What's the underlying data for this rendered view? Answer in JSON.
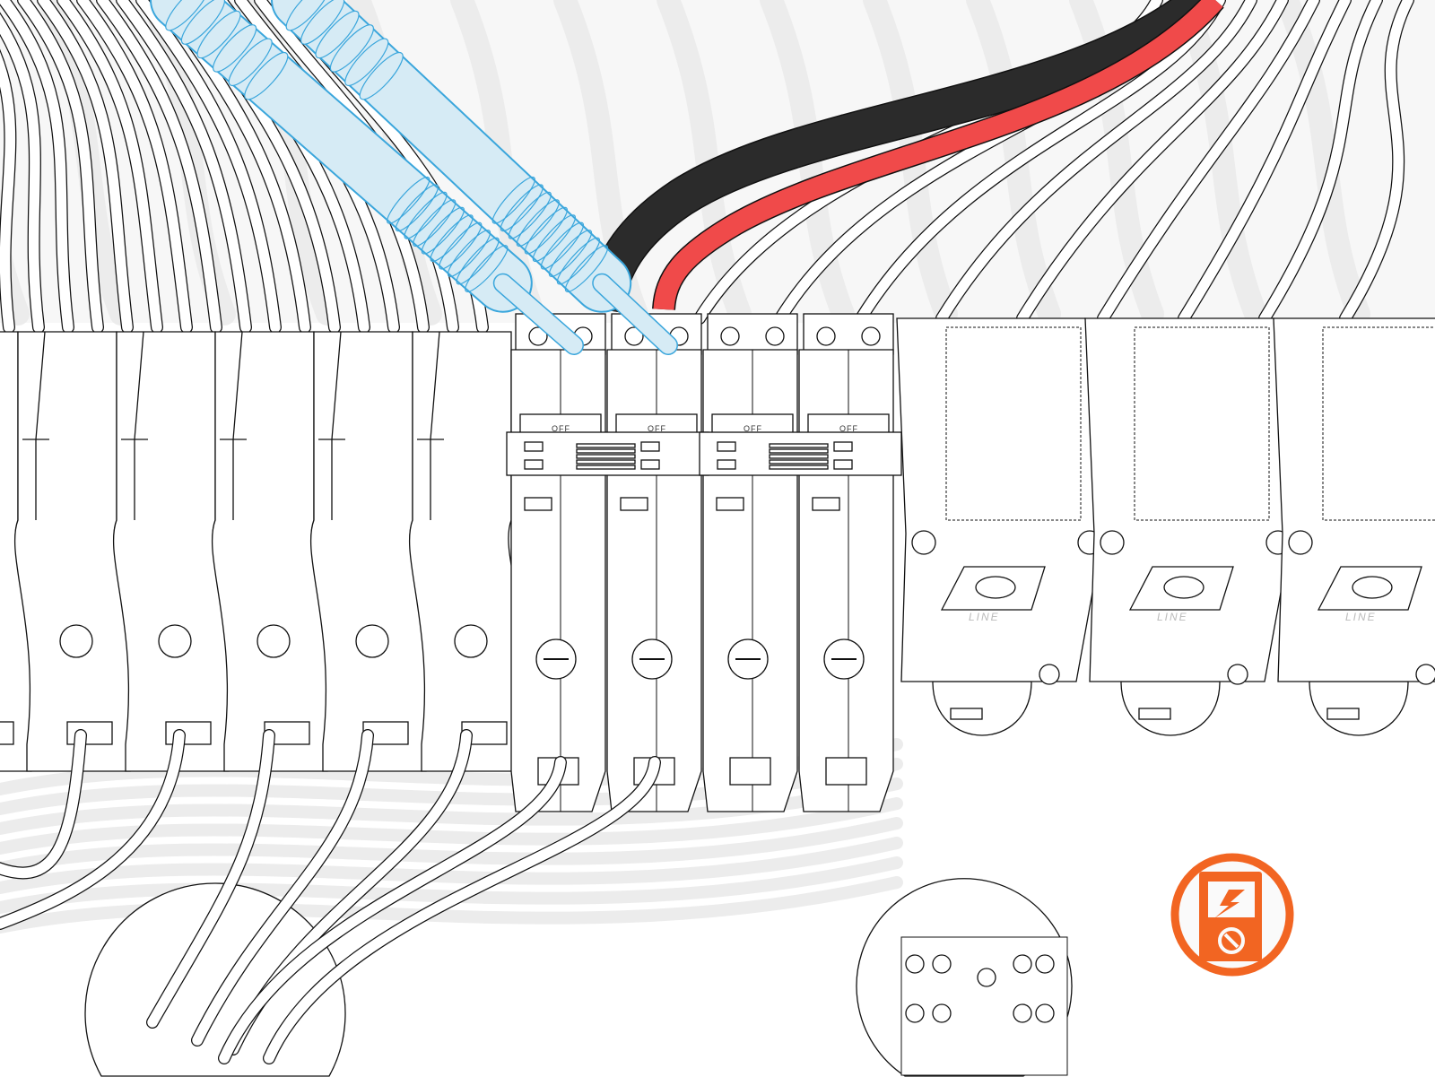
{
  "breakers": [
    {
      "handle_label": "OFF"
    },
    {
      "handle_label": "OFF"
    },
    {
      "handle_label": "OFF"
    },
    {
      "handle_label": "OFF"
    }
  ],
  "lug_blocks": [
    {
      "label": "LINE"
    },
    {
      "label": "LINE"
    },
    {
      "label": "LINE"
    }
  ],
  "badge": {
    "icon": "multimeter-voltage-icon",
    "color": "#f26522"
  },
  "colors": {
    "probe": "#3aa6dc",
    "probe_fill": "#d6ebf5",
    "hot_black": "#2b2b2b",
    "hot_red": "#f04a4a"
  }
}
